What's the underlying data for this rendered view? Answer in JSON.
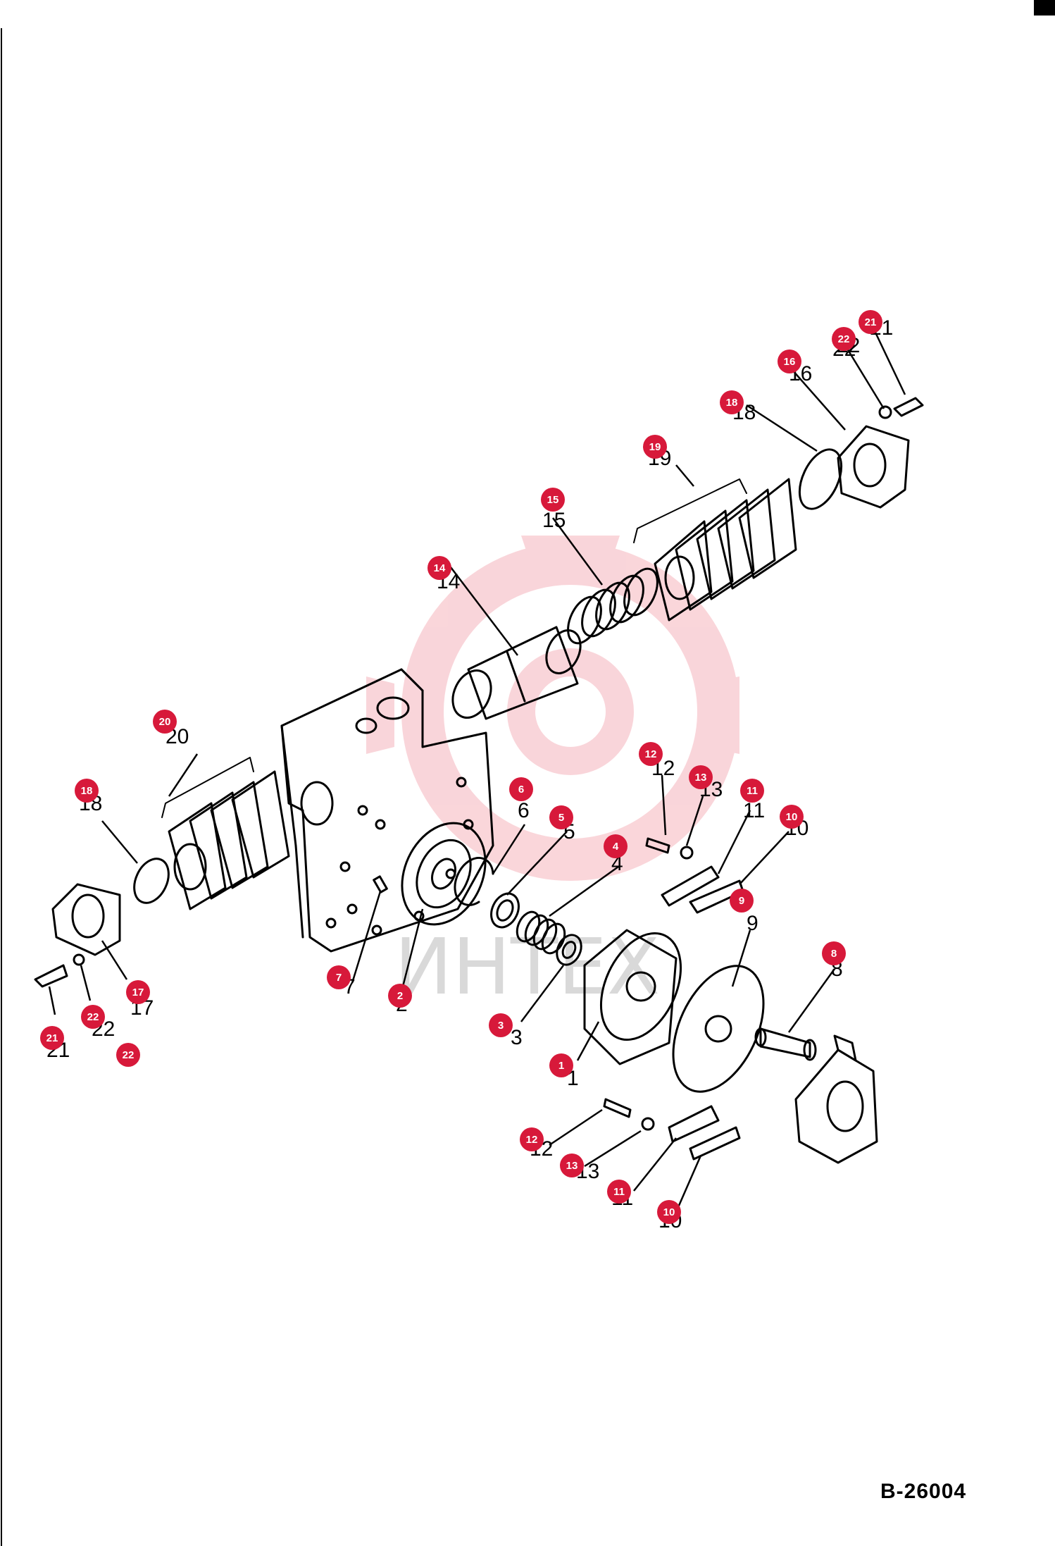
{
  "diagram_code": "B-26004",
  "watermark": "ИНТЕХ",
  "colors": {
    "marker": "#d7193a",
    "line": "#000000",
    "watermark": "#f2a0a8"
  },
  "part_labels": [
    "20",
    "18",
    "14",
    "15",
    "19",
    "18",
    "16",
    "22",
    "21",
    "6",
    "5",
    "4",
    "12",
    "13",
    "11",
    "10",
    "9",
    "8",
    "7",
    "2",
    "3",
    "1",
    "17",
    "22",
    "21",
    "22",
    "12",
    "13",
    "11",
    "10"
  ],
  "markers": [
    {
      "label": "21"
    },
    {
      "label": "22"
    },
    {
      "label": "16"
    },
    {
      "label": "18"
    },
    {
      "label": "19"
    },
    {
      "label": "15"
    },
    {
      "label": "14"
    },
    {
      "label": "20"
    },
    {
      "label": "18"
    },
    {
      "label": "6"
    },
    {
      "label": "5"
    },
    {
      "label": "4"
    },
    {
      "label": "12"
    },
    {
      "label": "13"
    },
    {
      "label": "11"
    },
    {
      "label": "10"
    },
    {
      "label": "9"
    },
    {
      "label": "8"
    },
    {
      "label": "7"
    },
    {
      "label": "2"
    },
    {
      "label": "3"
    },
    {
      "label": "1"
    },
    {
      "label": "17"
    },
    {
      "label": "22"
    },
    {
      "label": "21"
    },
    {
      "label": "22"
    },
    {
      "label": "12"
    },
    {
      "label": "13"
    },
    {
      "label": "11"
    },
    {
      "label": "10"
    }
  ]
}
